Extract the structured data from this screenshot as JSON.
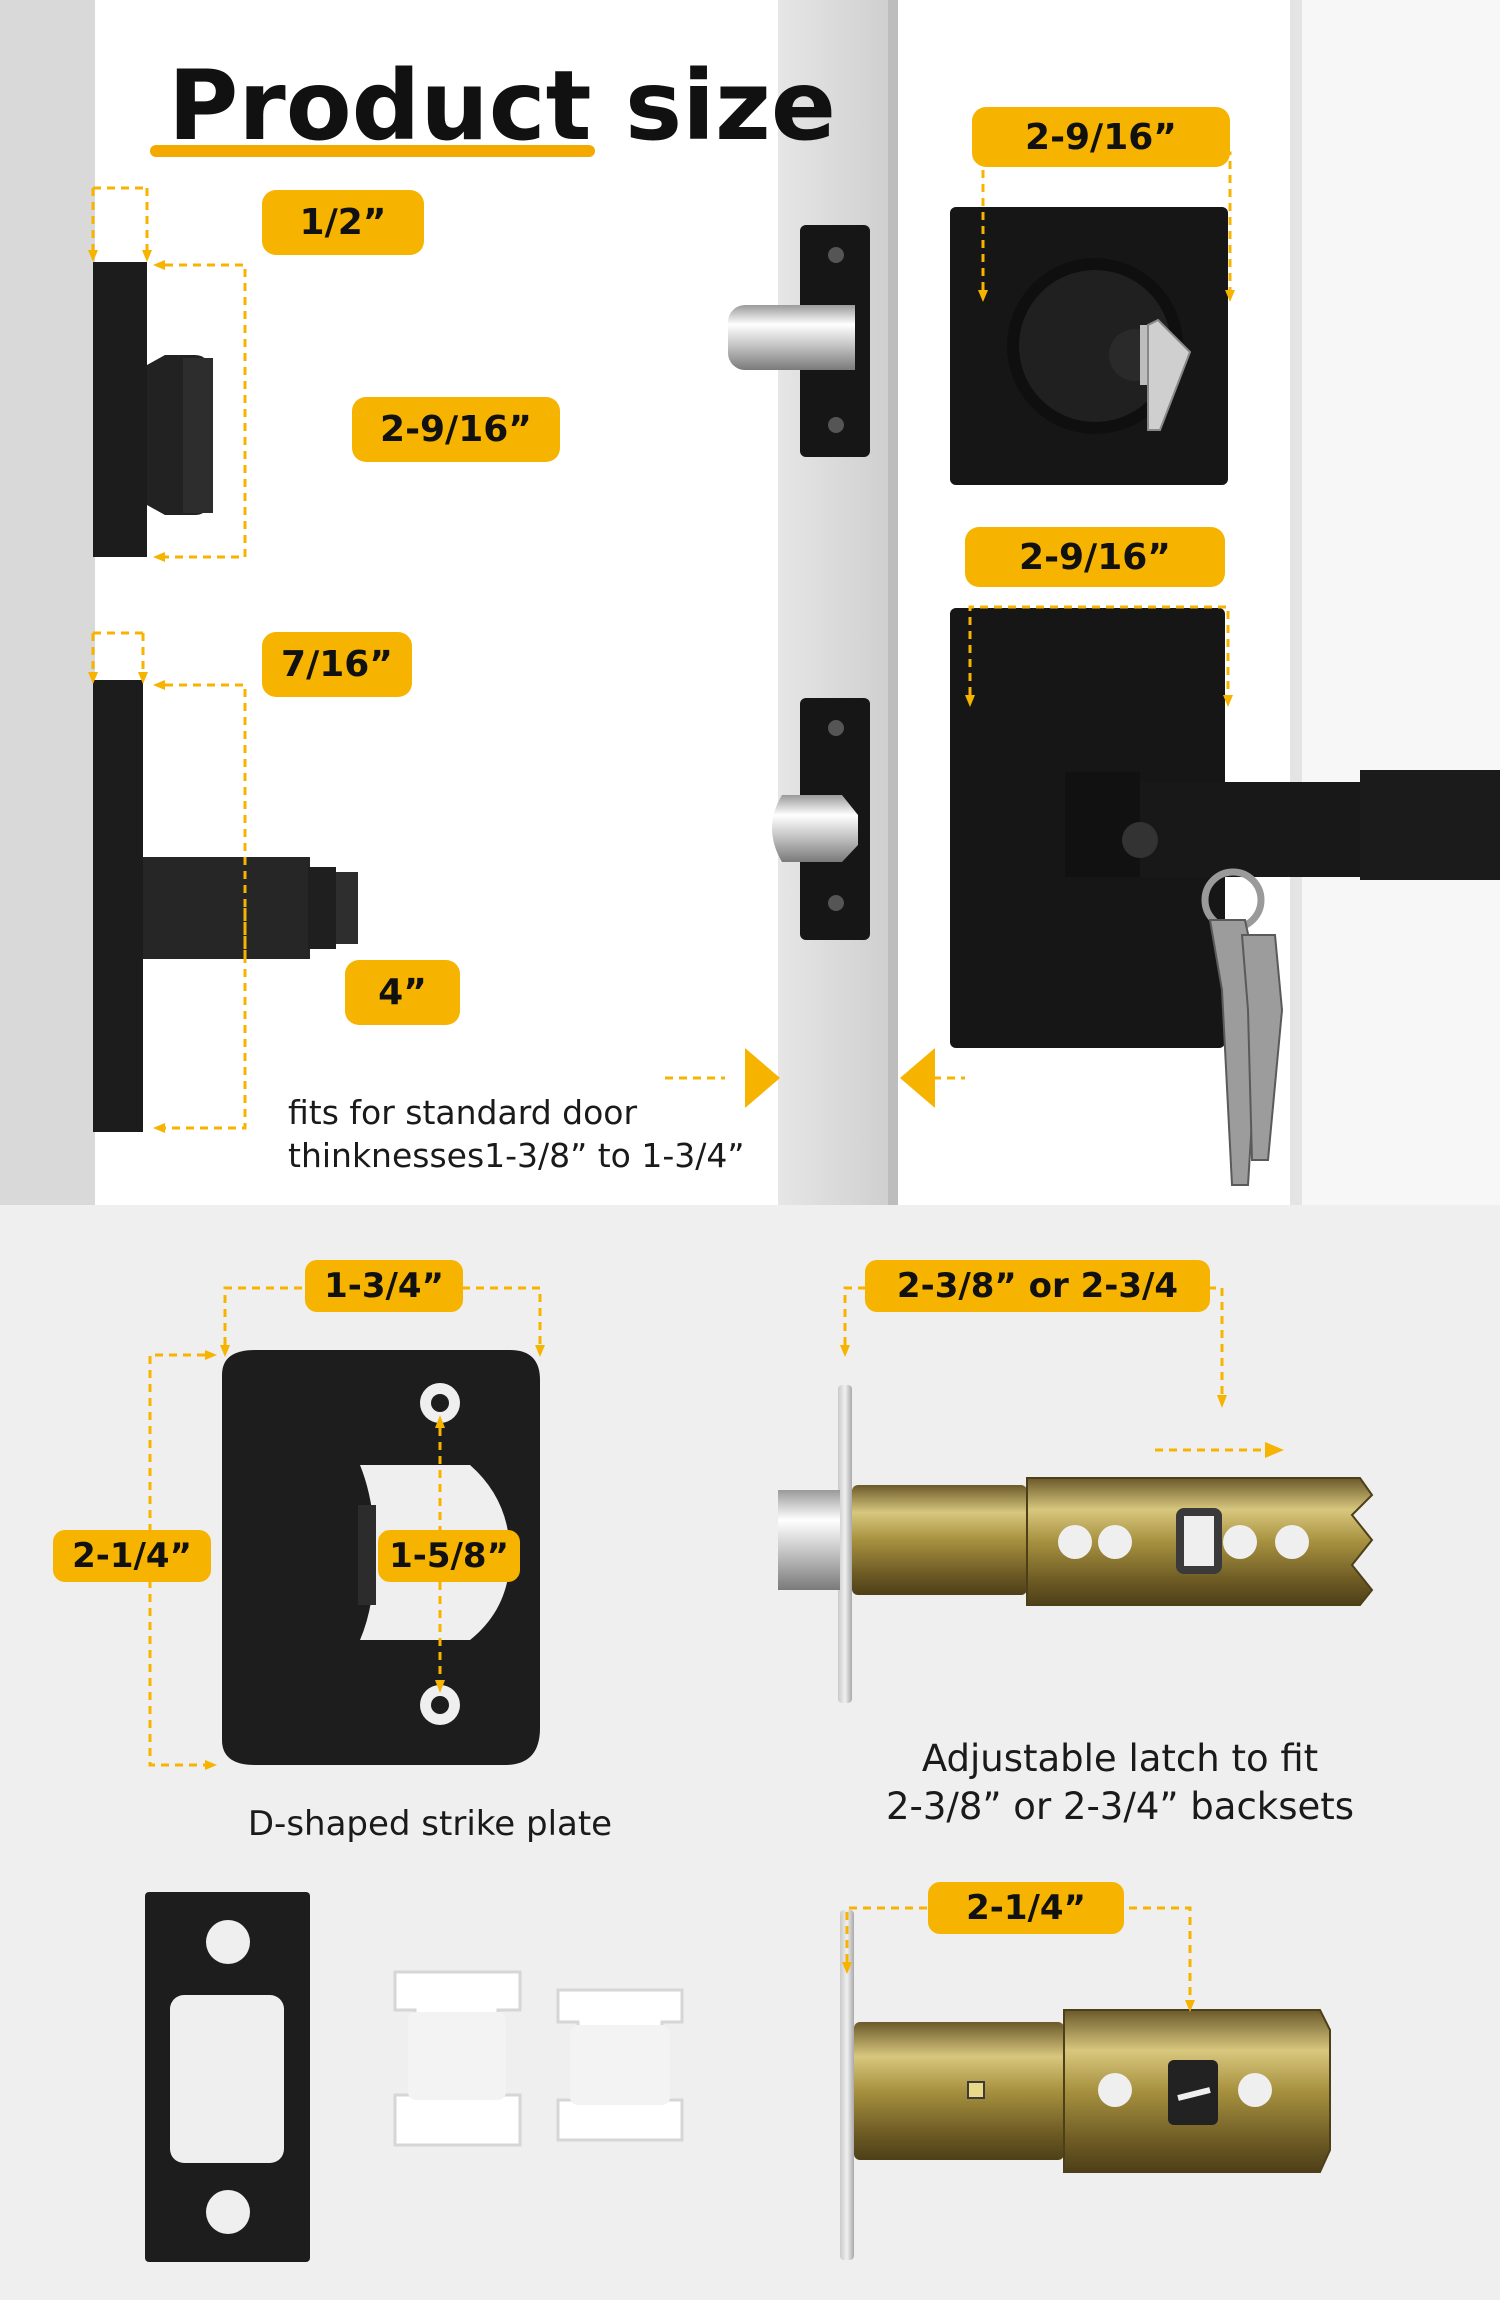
{
  "title": "Product size",
  "colors": {
    "accent": "#f6b300",
    "dark": "#1a1a1a",
    "panel_bg": "#efefef",
    "door_white": "#ffffff"
  },
  "top_section": {
    "badges": {
      "thickness_deadbolt": "1/2”",
      "deadbolt_height": "2-9/16”",
      "thickness_lever": "7/16”",
      "lever_length": "4”",
      "deadbolt_width": "2-9/16”",
      "lever_rose_width": "2-9/16”"
    },
    "door_note": [
      "fits for standard door",
      "thinknesses1-3/8” to 1-3/4”"
    ]
  },
  "bottom_section": {
    "strike_plate": {
      "width_label": "1-3/4”",
      "height_label": "2-1/4”",
      "hole_spacing_label": "1-5/8”",
      "caption": "D-shaped strike plate"
    },
    "adjustable_latch": {
      "length_label": "2-3/8” or 2-3/4",
      "caption": [
        "Adjustable latch to fit",
        "2-3/8” or 2-3/4” backsets"
      ]
    },
    "deadbolt_latch": {
      "length_label": "2-1/4”"
    }
  }
}
